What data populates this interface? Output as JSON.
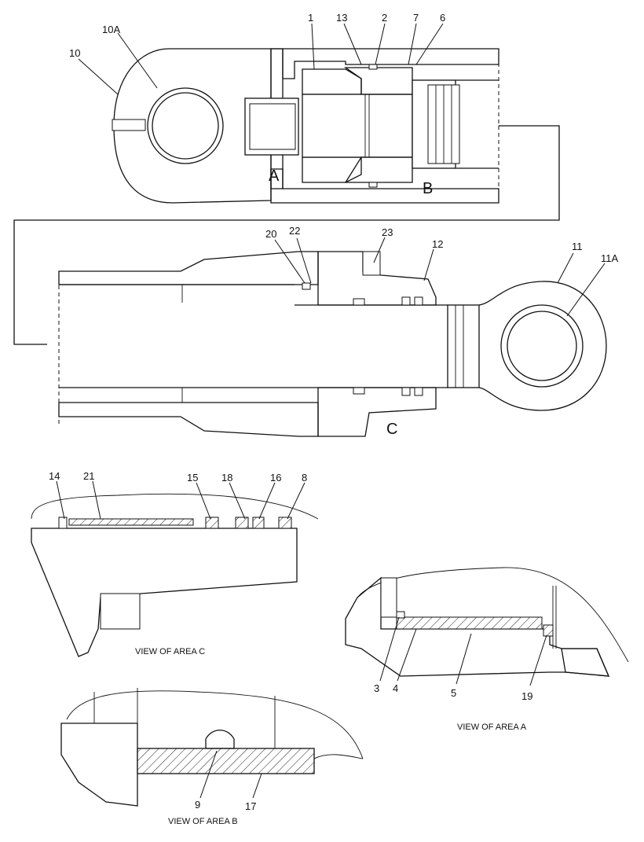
{
  "callouts": {
    "c1": "1",
    "c2": "2",
    "c3": "3",
    "c4": "4",
    "c5": "5",
    "c6": "6",
    "c7": "7",
    "c8": "8",
    "c9": "9",
    "c10": "10",
    "c10a": "10A",
    "c11": "11",
    "c11a": "11A",
    "c12": "12",
    "c13": "13",
    "c14": "14",
    "c15": "15",
    "c16": "16",
    "c17": "17",
    "c18": "18",
    "c19": "19",
    "c20": "20",
    "c21": "21",
    "c22": "22",
    "c23": "23"
  },
  "area_markers": {
    "a": "A",
    "b": "B",
    "c": "C"
  },
  "captions": {
    "area_a": "VIEW OF AREA A",
    "area_b": "VIEW OF AREA B",
    "area_c": "VIEW OF AREA C"
  }
}
